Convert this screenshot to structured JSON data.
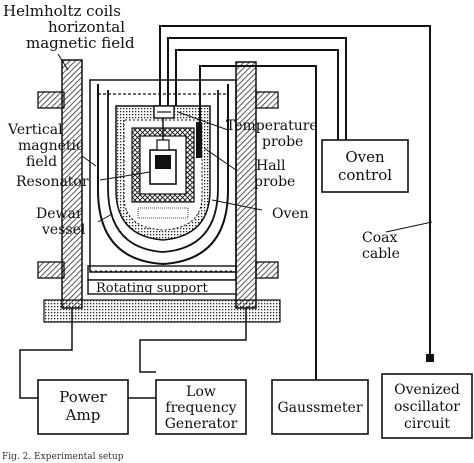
{
  "labels": {
    "helmholtz_l1": "Helmholtz coils",
    "helmholtz_l2": "horizontal",
    "helmholtz_l3": "magnetic field",
    "vertical_l1": "Vertical",
    "vertical_l2": "magnetic",
    "vertical_l3": "field",
    "resonator": "Resonator",
    "dewar_l1": "Dewar",
    "dewar_l2": "vessel",
    "temperature_l1": "Temperature",
    "temperature_l2": "probe",
    "hall_l1": "Hall",
    "hall_l2": "probe",
    "oven": "Oven",
    "coax_l1": "Coax",
    "coax_l2": "cable",
    "rotating_support": "Rotating support"
  },
  "boxes": {
    "oven_control_l1": "Oven",
    "oven_control_l2": "control",
    "power_amp_l1": "Power",
    "power_amp_l2": "Amp",
    "low_freq_l1": "Low",
    "low_freq_l2": "frequency",
    "low_freq_l3": "Generator",
    "gaussmeter": "Gaussmeter",
    "ovenized_l1": "Ovenized",
    "ovenized_l2": "oscillator",
    "ovenized_l3": "circuit"
  },
  "caption": "Fig. 2. Experimental setup"
}
